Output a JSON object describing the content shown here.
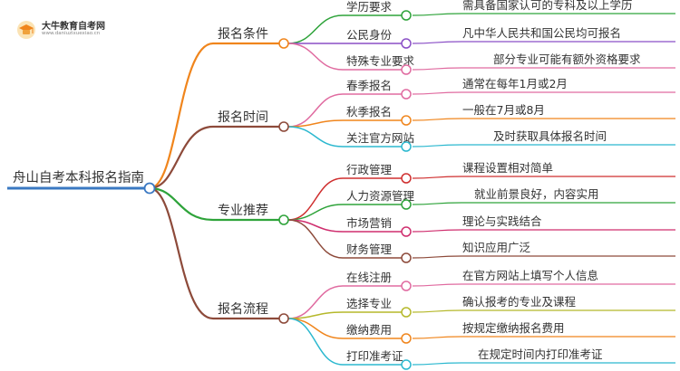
{
  "logo": {
    "title": "大牛教育自考网",
    "url": "www.daniuzixuexiao.cn"
  },
  "root": {
    "label": "舟山自考本科报名指南",
    "color": "#3a78c2"
  },
  "branches": [
    {
      "label": "报名条件",
      "color": "#f0851c",
      "children": [
        {
          "label": "学历要求",
          "color": "#2ea33a",
          "detail": "需具备国家认可的专科及以上学历"
        },
        {
          "label": "公民身份",
          "color": "#8a4fc6",
          "detail": "凡中华人民共和国公民均可报名"
        },
        {
          "label": "特殊专业要求",
          "color": "#e06ba0",
          "detail": "部分专业可能有额外资格要求"
        }
      ]
    },
    {
      "label": "报名时间",
      "color": "#8d4a3a",
      "children": [
        {
          "label": "春季报名",
          "color": "#e06ba0",
          "detail": "通常在每年1月或2月"
        },
        {
          "label": "秋季报名",
          "color": "#f0851c",
          "detail": "一般在7月或8月"
        },
        {
          "label": "关注官方网站",
          "color": "#2bb8cf",
          "detail": "及时获取具体报名时间"
        }
      ]
    },
    {
      "label": "专业推荐",
      "color": "#2ea33a",
      "children": [
        {
          "label": "行政管理",
          "color": "#cf2e2e",
          "detail": "课程设置相对简单"
        },
        {
          "label": "人力资源管理",
          "color": "#2ea33a",
          "detail": "就业前景良好，内容实用"
        },
        {
          "label": "市场营销",
          "color": "#cf2e6e",
          "detail": "理论与实践结合"
        },
        {
          "label": "财务管理",
          "color": "#8d4a3a",
          "detail": "知识应用广泛"
        }
      ]
    },
    {
      "label": "报名流程",
      "color": "#8d4a3a",
      "children": [
        {
          "label": "在线注册",
          "color": "#e06ba0",
          "detail": "在官方网站上填写个人信息"
        },
        {
          "label": "选择专业",
          "color": "#b5b82a",
          "detail": "确认报考的专业及课程"
        },
        {
          "label": "缴纳费用",
          "color": "#f0851c",
          "detail": "按规定缴纳报名费用"
        },
        {
          "label": "打印准考证",
          "color": "#2bb8cf",
          "detail": "在规定时间内打印准考证"
        }
      ]
    }
  ]
}
